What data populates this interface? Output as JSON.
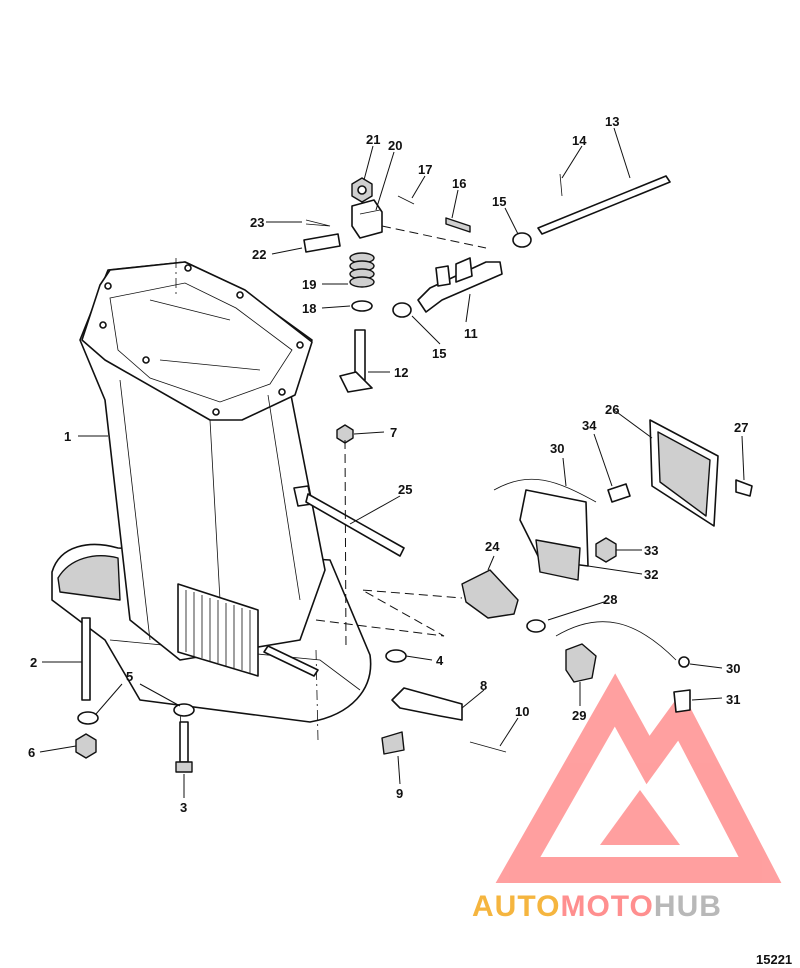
{
  "figure_number": "15221",
  "callouts": [
    "1",
    "2",
    "3",
    "4",
    "5",
    "6",
    "7",
    "8",
    "9",
    "10",
    "11",
    "12",
    "13",
    "14",
    "15",
    "16",
    "17",
    "18",
    "19",
    "20",
    "21",
    "22",
    "23",
    "24",
    "25",
    "26",
    "27",
    "28",
    "29",
    "30",
    "31",
    "32",
    "33",
    "34"
  ],
  "watermark": {
    "part1": "AUTO",
    "part2": "MOTO",
    "part3": "HUB",
    "colors": {
      "part1": "#f5b53f",
      "part2": "#ff8f8f",
      "part3": "#b8b8b8"
    }
  }
}
